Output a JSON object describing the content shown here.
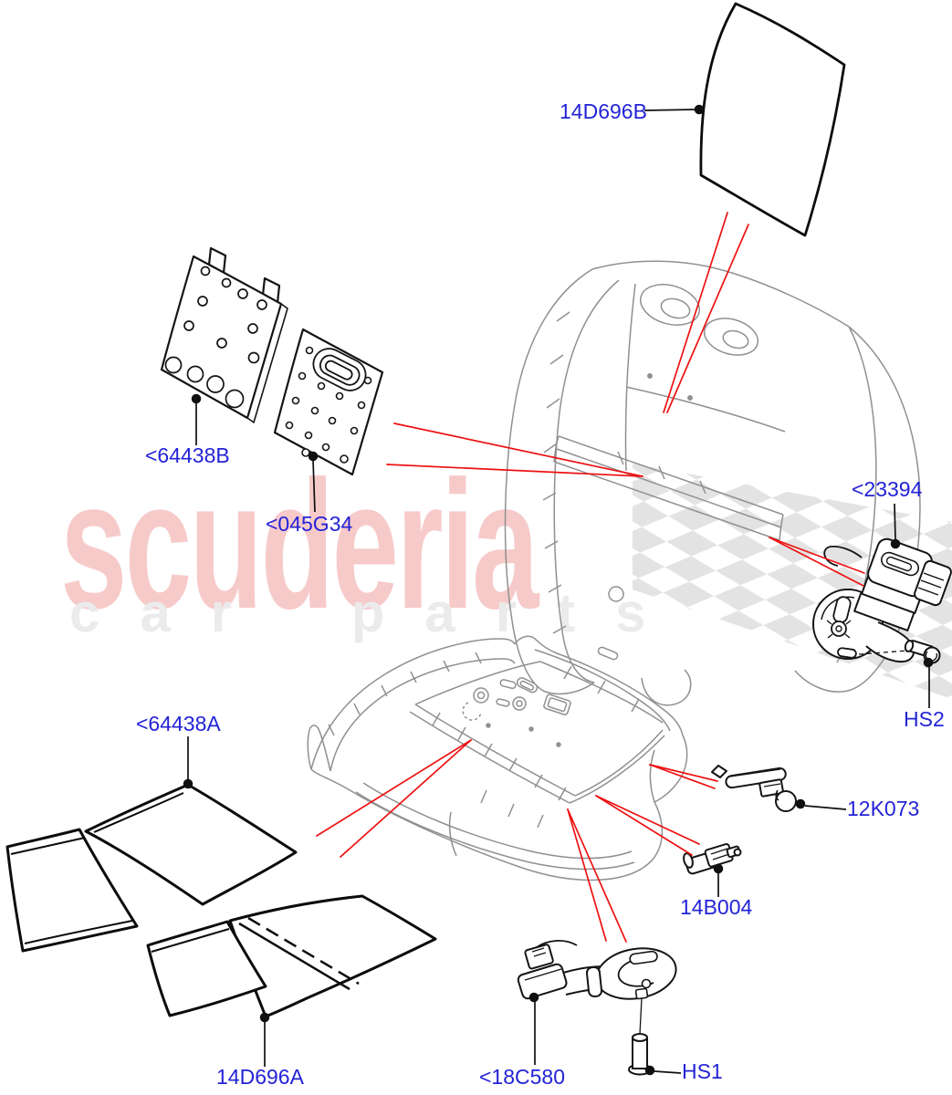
{
  "watermark": {
    "brand": "scuderia",
    "tagline": "car parts",
    "brand_color": "#f7caca",
    "tagline_color": "#ebebeb",
    "flag_color": "#e3e3e3"
  },
  "colors": {
    "label_blue": "#2323d7",
    "callout_red": "#ee1111",
    "part_line_black": "#141414",
    "seat_line_gray": "#909090",
    "background": "#ffffff"
  },
  "parts": {
    "backrest_heater_pad": {
      "label": "14D696B"
    },
    "backrest_panel_outer": {
      "label": "<64438B"
    },
    "backrest_panel_inner": {
      "label": "<045G34"
    },
    "recliner_motor": {
      "label": "<23394"
    },
    "bolt_hs2": {
      "label": "HS2"
    },
    "cushion_heater_pad_upper": {
      "label": "<64438A"
    },
    "wiring_clip": {
      "label": "12K073"
    },
    "seat_sensor": {
      "label": "14B004"
    },
    "cushion_heater_pad_lower": {
      "label": "14D696A"
    },
    "seat_module": {
      "label": "<18C580"
    },
    "bolt_hs1": {
      "label": "HS1"
    }
  }
}
